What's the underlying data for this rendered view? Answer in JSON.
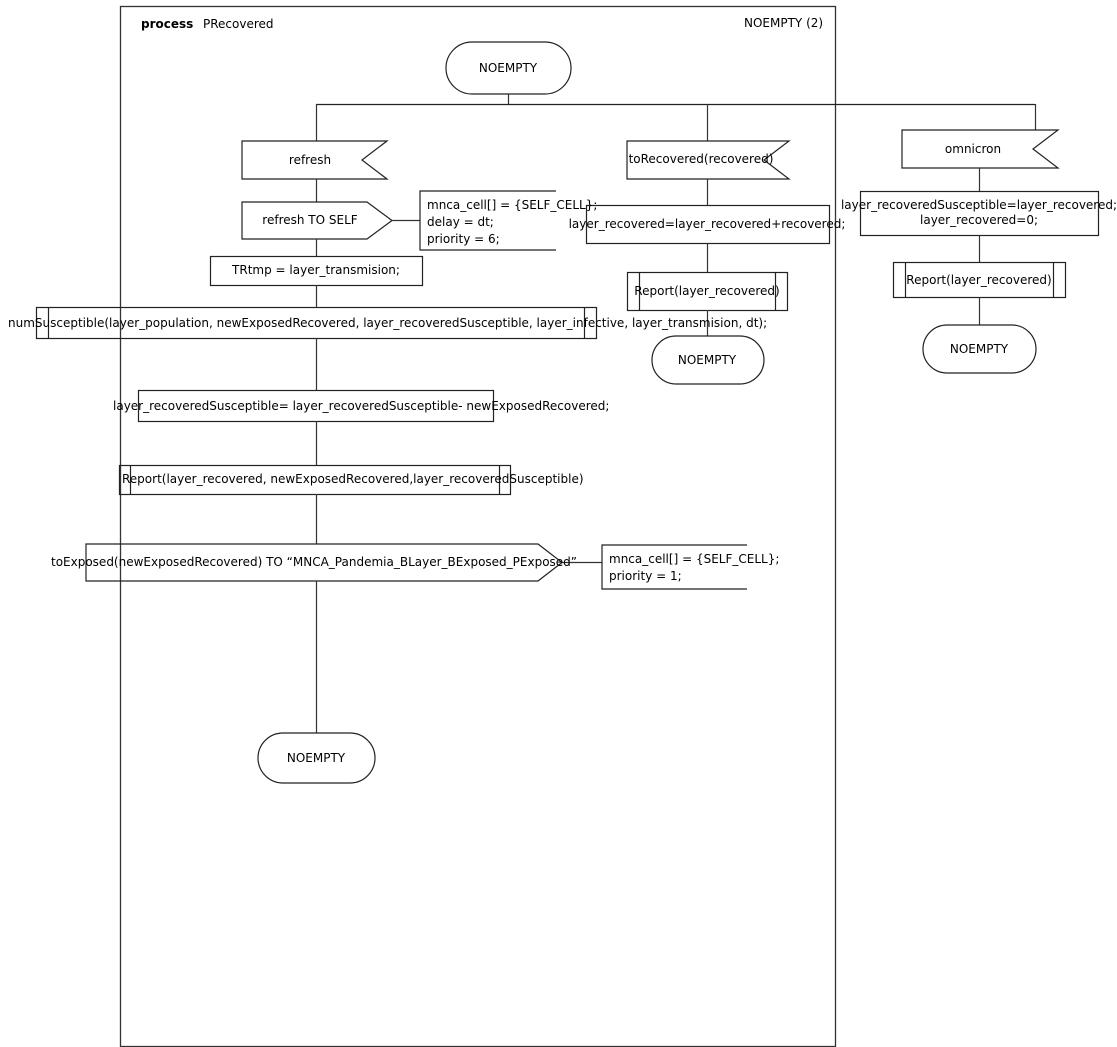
{
  "diagram": {
    "type": "sdl-process-diagram",
    "header": {
      "keyword": "process",
      "name": "PRecovered",
      "page_label": "NOEMPTY (2)"
    },
    "start_state": {
      "label": "NOEMPTY"
    },
    "branches": [
      {
        "id": "refresh-branch",
        "input": {
          "label": "refresh"
        },
        "nodes": [
          {
            "kind": "output",
            "label": "refresh TO SELF"
          },
          {
            "kind": "comment",
            "label": "mnca_cell[] = {SELF_CELL};\ndelay = dt;\npriority = 6;"
          },
          {
            "kind": "task",
            "label": "TRtmp  = layer_transmision;"
          },
          {
            "kind": "procedure",
            "label": "numSusceptible(layer_population, newExposedRecovered, layer_recoveredSusceptible, layer_infective, layer_transmision, dt);"
          },
          {
            "kind": "task",
            "label": "layer_recoveredSusceptible= layer_recoveredSusceptible- newExposedRecovered;"
          },
          {
            "kind": "procedure",
            "label": "Report(layer_recovered, newExposedRecovered,layer_recoveredSusceptible)"
          },
          {
            "kind": "output",
            "label": "toExposed(newExposedRecovered) TO “MNCA_Pandemia_BLayer_BExposed_PExposed”"
          },
          {
            "kind": "comment",
            "label": "mnca_cell[] = {SELF_CELL};\npriority = 1;"
          },
          {
            "kind": "state",
            "label": "NOEMPTY"
          }
        ]
      },
      {
        "id": "torecovered-branch",
        "input": {
          "label": "toRecovered(recovered)"
        },
        "nodes": [
          {
            "kind": "task",
            "label": "layer_recovered=layer_recovered+recovered;"
          },
          {
            "kind": "procedure",
            "label": "Report(layer_recovered)"
          },
          {
            "kind": "state",
            "label": "NOEMPTY"
          }
        ]
      },
      {
        "id": "omnicron-branch",
        "input": {
          "label": "omnicron"
        },
        "nodes": [
          {
            "kind": "task",
            "label": "layer_recoveredSusceptible=layer_recovered;\nlayer_recovered=0;"
          },
          {
            "kind": "procedure",
            "label": "Report(layer_recovered)"
          },
          {
            "kind": "state",
            "label": "NOEMPTY"
          }
        ]
      }
    ],
    "colors": {
      "stroke": "#000000",
      "stroke_soft": "#555555",
      "background": "#ffffff",
      "text": "#000000"
    }
  }
}
